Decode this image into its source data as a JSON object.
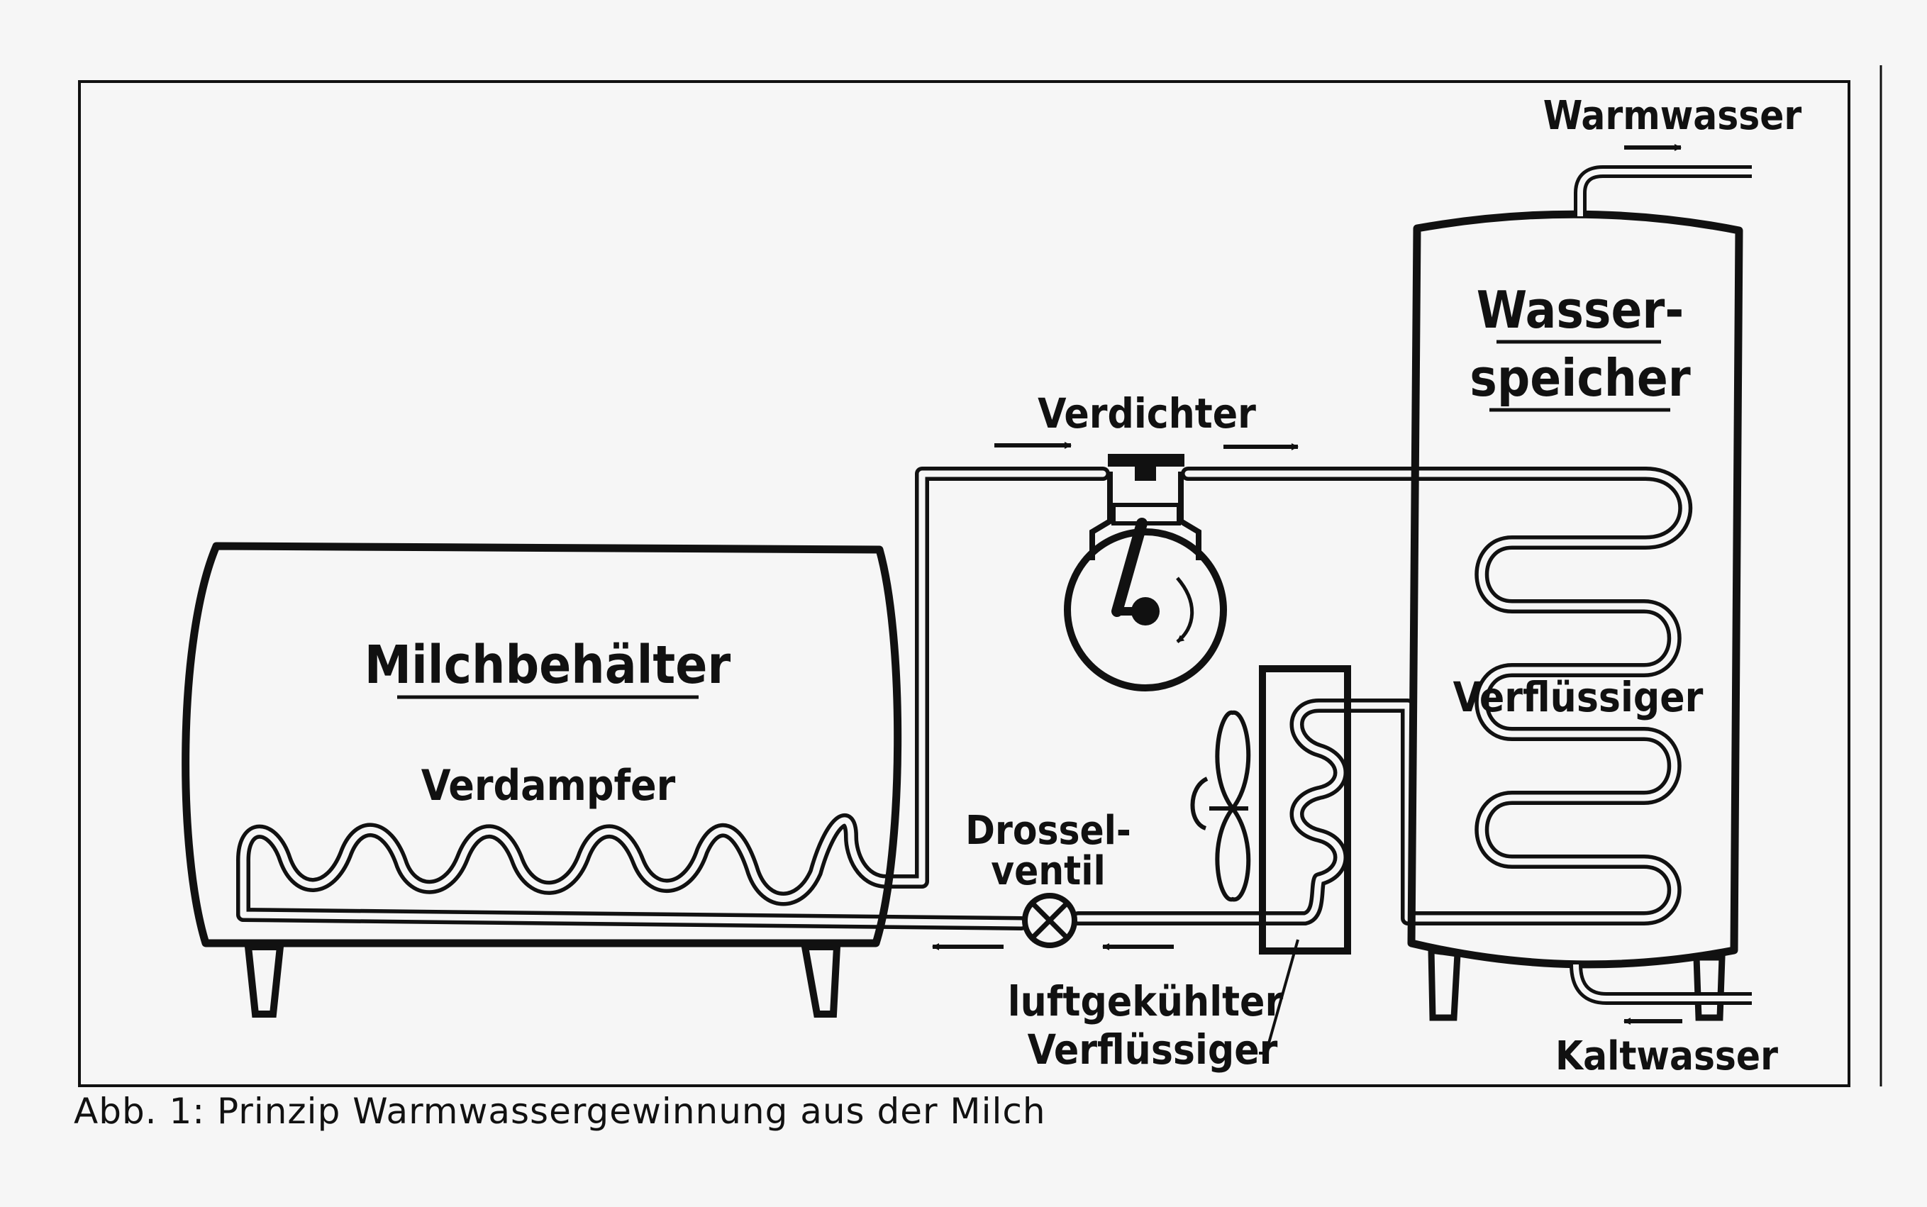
{
  "labels": {
    "milk_container": "Milchbehälter",
    "evaporator": "Verdampfer",
    "compressor": "Verdichter",
    "throttle_line1": "Drossel-",
    "throttle_line2": "ventil",
    "air_cooled_line1": "luftgekühlter",
    "air_cooled_line2": "Verflüssiger",
    "water_storage_line1": "Wasser-",
    "water_storage_line2": "speicher",
    "condenser": "Verflüssiger",
    "hot_water": "Warmwasser",
    "cold_water": "Kaltwasser"
  },
  "caption": "Abb. 1: Prinzip Warmwassergewinnung aus der Milch"
}
